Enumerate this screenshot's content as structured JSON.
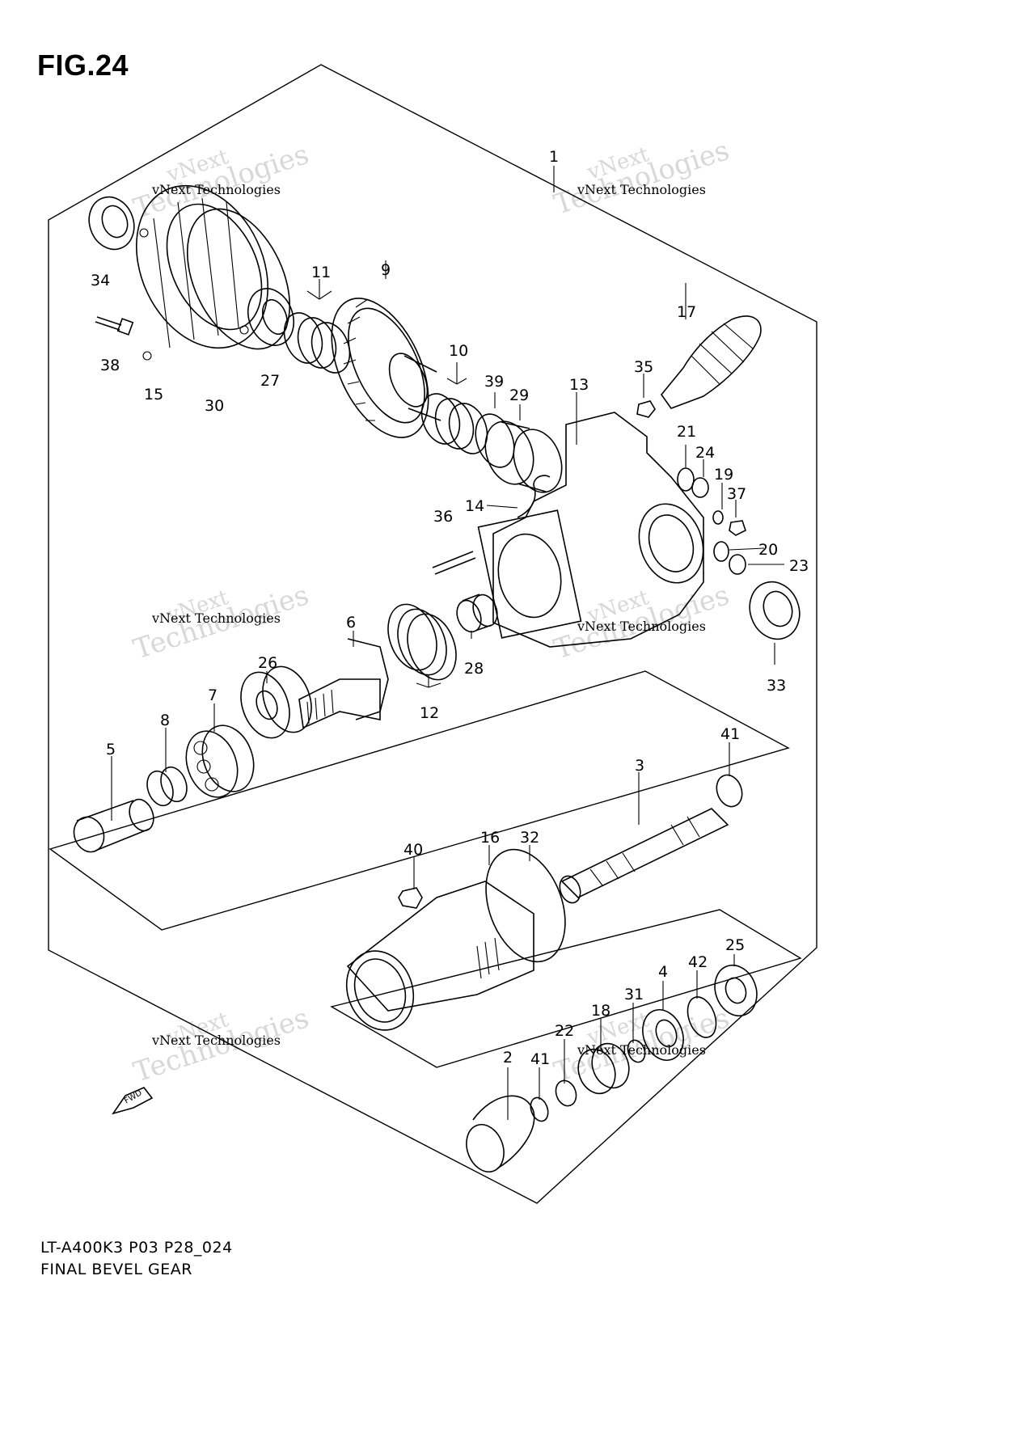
{
  "figure": {
    "title": "FIG.24"
  },
  "footer": {
    "model_code": "LT-A400K3 P03 P28_024",
    "caption": "FINAL BEVEL GEAR"
  },
  "watermark": {
    "line1": "vNext Technologies",
    "line2": "vNext",
    "line3": "Technologies"
  },
  "fwd_label": "FWD",
  "callouts": {
    "c1": "1",
    "c2": "2",
    "c3": "3",
    "c4": "4",
    "c5": "5",
    "c6": "6",
    "c7": "7",
    "c8": "8",
    "c9": "9",
    "c10": "10",
    "c11": "11",
    "c12": "12",
    "c13": "13",
    "c14": "14",
    "c15": "15",
    "c16": "16",
    "c17": "17",
    "c18": "18",
    "c19": "19",
    "c20": "20",
    "c21": "21",
    "c22": "22",
    "c23": "23",
    "c24": "24",
    "c25": "25",
    "c26": "26",
    "c27": "27",
    "c28": "28",
    "c29": "29",
    "c30": "30",
    "c31": "31",
    "c32": "32",
    "c33": "33",
    "c34": "34",
    "c35": "35",
    "c36": "36",
    "c37": "37",
    "c38": "38",
    "c39": "39",
    "c40": "40",
    "c41a": "41",
    "c41b": "41",
    "c42": "42"
  }
}
